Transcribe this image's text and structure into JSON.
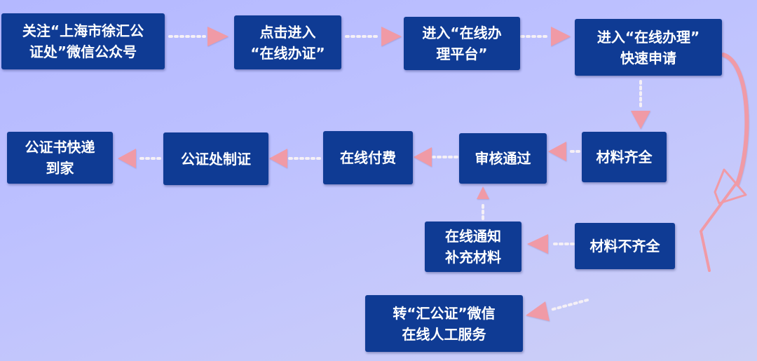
{
  "steps": {
    "follow_account": [
      "关注“上海市徐汇公",
      "证处”微信公众号"
    ],
    "click_enter": [
      "点击进入",
      "“在线办证”"
    ],
    "enter_platform": [
      "进入“在线办",
      "理平台”"
    ],
    "quick_apply": [
      "进入“在线办理”",
      "快速申请"
    ],
    "materials_complete": [
      "材料齐全"
    ],
    "review_passed": [
      "审核通过"
    ],
    "online_payment": [
      "在线付费"
    ],
    "certificate_made": [
      "公证处制证"
    ],
    "express_delivery": [
      "公证书快递",
      "到家"
    ],
    "materials_incomplete": [
      "材料不齐全"
    ],
    "notify_supplement": [
      "在线通知",
      "补充材料"
    ],
    "manual_service": [
      "转“汇公证”微信",
      "在线人工服务"
    ]
  },
  "colors": {
    "box": "#0f3b94",
    "text": "#ffffff",
    "arrow": "#f09aa6",
    "dots": "#f5f0f6",
    "background": "#b4b8ff"
  }
}
